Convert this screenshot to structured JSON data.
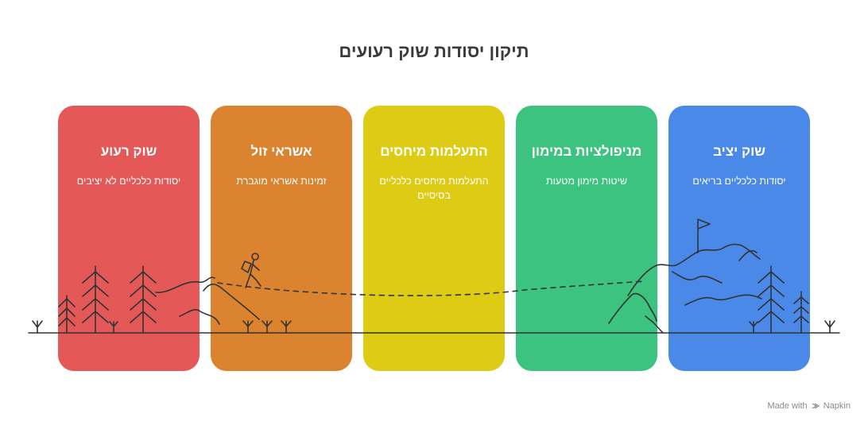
{
  "title": "תיקון יסודות שוק רעועים",
  "cards": [
    {
      "label": "שוק רעוע",
      "desc": "יסודות כלכליים לא יציבים",
      "color": "#e55858"
    },
    {
      "label": "אשראי זול",
      "desc": "זמינות אשראי מוגברת",
      "color": "#dc832f"
    },
    {
      "label": "התעלמות מיחסים",
      "desc": "התעלמות מיחסים כלכליים בסיסיים",
      "color": "#ddcb14"
    },
    {
      "label": "מניפולציות במימון",
      "desc": "שיטות מימון מטעות",
      "color": "#3cc37f"
    },
    {
      "label": "שוק יציב",
      "desc": "יסודות כלכליים בריאים",
      "color": "#4a89e8"
    }
  ],
  "credit": {
    "made_with": "Made with",
    "brand": "Napkin"
  }
}
